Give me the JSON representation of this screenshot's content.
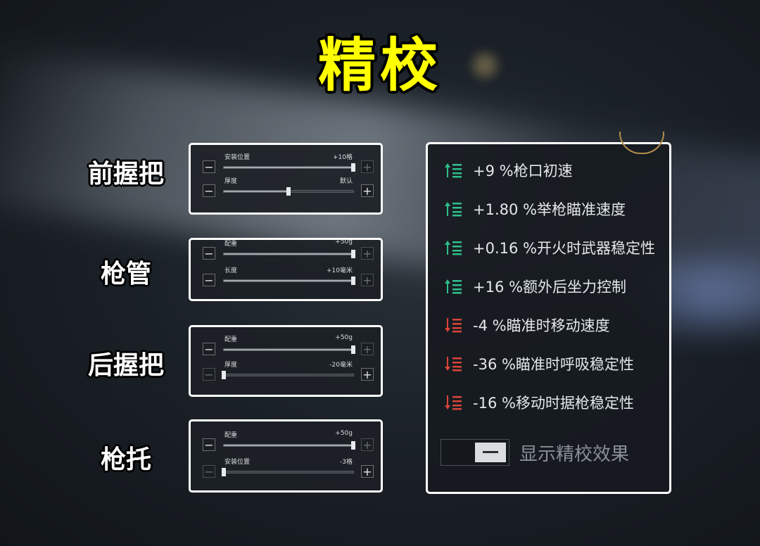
{
  "title": "精校",
  "sections": [
    {
      "label": "前握把",
      "rows": [
        {
          "label": "安装位置",
          "value": "+10格",
          "fraction": 1.0,
          "minus_enabled": true,
          "plus_enabled": false
        },
        {
          "label": "厚度",
          "value": "默认",
          "fraction": 0.5,
          "minus_enabled": true,
          "plus_enabled": true
        }
      ]
    },
    {
      "label": "枪管",
      "rows": [
        {
          "label": "配重",
          "value": "+50g",
          "fraction": 1.0,
          "minus_enabled": true,
          "plus_enabled": false
        },
        {
          "label": "长度",
          "value": "+10毫米",
          "fraction": 1.0,
          "minus_enabled": true,
          "plus_enabled": false
        }
      ]
    },
    {
      "label": "后握把",
      "rows": [
        {
          "label": "配重",
          "value": "+50g",
          "fraction": 1.0,
          "minus_enabled": true,
          "plus_enabled": false
        },
        {
          "label": "厚度",
          "value": "-20毫米",
          "fraction": 0.0,
          "minus_enabled": false,
          "plus_enabled": true
        }
      ]
    },
    {
      "label": "枪托",
      "rows": [
        {
          "label": "配重",
          "value": "+50g",
          "fraction": 1.0,
          "minus_enabled": true,
          "plus_enabled": false
        },
        {
          "label": "安装位置",
          "value": "-3格",
          "fraction": 0.0,
          "minus_enabled": false,
          "plus_enabled": true
        }
      ]
    }
  ],
  "effects": [
    {
      "text": "+9 %枪口初速",
      "type": "positive"
    },
    {
      "text": "+1.80 %举枪瞄准速度",
      "type": "positive"
    },
    {
      "text": "+0.16 %开火时武器稳定性",
      "type": "positive"
    },
    {
      "text": "+16 %额外后坐力控制",
      "type": "positive"
    },
    {
      "text": "-4 %瞄准时移动速度",
      "type": "negative"
    },
    {
      "text": "-36 %瞄准时呼吸稳定性",
      "type": "negative"
    },
    {
      "text": "-16 %移动时据枪稳定性",
      "type": "negative"
    }
  ],
  "toggle": {
    "label": "显示精校效果",
    "state": "on"
  },
  "colors": {
    "title": "#ffff00",
    "positive": "#2fbf8a",
    "negative": "#d8433a"
  }
}
